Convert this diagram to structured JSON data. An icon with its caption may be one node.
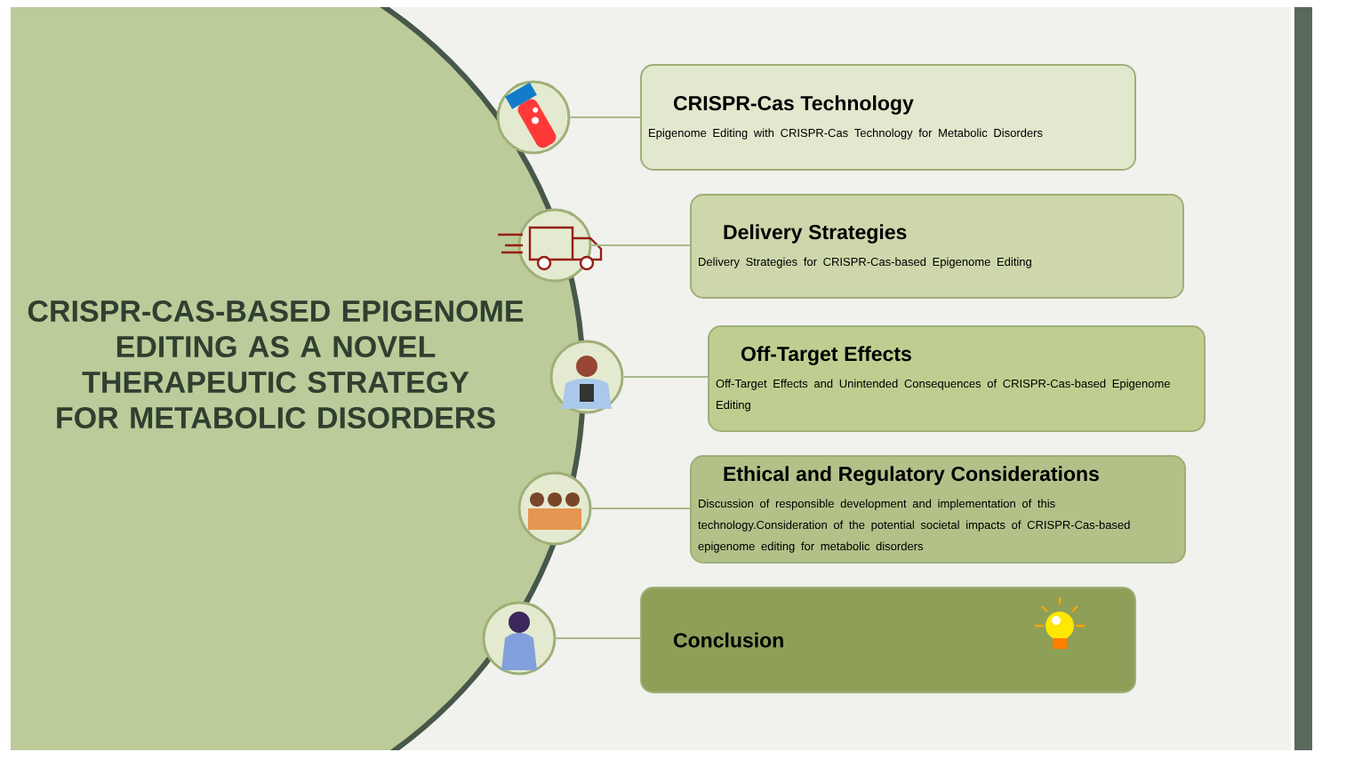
{
  "diagram": {
    "nodes": [
      {
        "text": [
          "CRISPR-CAS-BASED EPIGENOME EDITING AS A NOVEL THERAPEUTIC STRATEGY FOR METABOLIC DISORDERS"
        ]
      },
      {
        "text": [],
        "shape": "picture"
      },
      {
        "text": [
          "CRISPR-Cas Technology",
          "Epigenome Editing with CRISPR-Cas Technology for Metabolic Disorders"
        ]
      },
      {
        "text": [],
        "shape": "picture"
      },
      {
        "text": [
          "Delivery Strategies",
          "Delivery Strategies for CRISPR-Cas-based Epigenome Editing"
        ]
      },
      {
        "text": [],
        "shape": "picture"
      },
      {
        "text": [
          "Off-Target Effects",
          "Off-Target Effects and Unintended Consequences of CRISPR-Cas-based Epigenome Editing"
        ]
      },
      {
        "text": [],
        "shape": "picture"
      },
      {
        "text": [
          "Ethical and Regulatory Considerations",
          "Discussion of responsible development and implementation of this technology.Consideration of the potential societal impacts of CRISPR-Cas-based epigenome editing for metabolic disorders"
        ]
      },
      {
        "text": [],
        "shape": "picture"
      },
      {
        "text": [
          "Conclusion"
        ]
      }
    ],
    "edges": [
      {
        "from": 1,
        "to": 2,
        "arrow": "none"
      },
      {
        "from": 3,
        "to": 4,
        "arrow": "none"
      },
      {
        "from": 5,
        "to": 6,
        "arrow": "none"
      },
      {
        "from": 7,
        "to": 8,
        "arrow": "none"
      },
      {
        "from": 9,
        "to": 10,
        "arrow": "none"
      }
    ]
  }
}
